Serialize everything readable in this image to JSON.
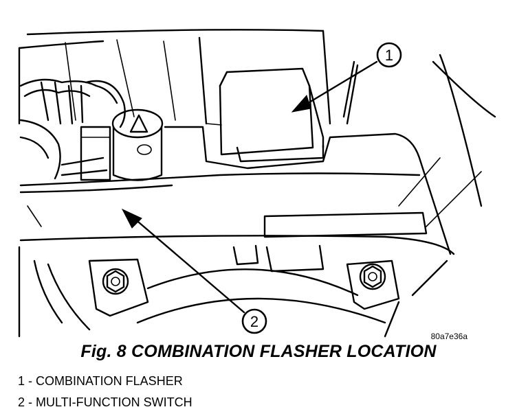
{
  "figure": {
    "caption": "Fig. 8 COMBINATION FLASHER LOCATION",
    "code": "80a7e36a"
  },
  "callouts": [
    {
      "number": "1"
    },
    {
      "number": "2"
    }
  ],
  "legend": [
    {
      "text": "1 - COMBINATION FLASHER"
    },
    {
      "text": "2 - MULTI-FUNCTION SWITCH"
    }
  ]
}
